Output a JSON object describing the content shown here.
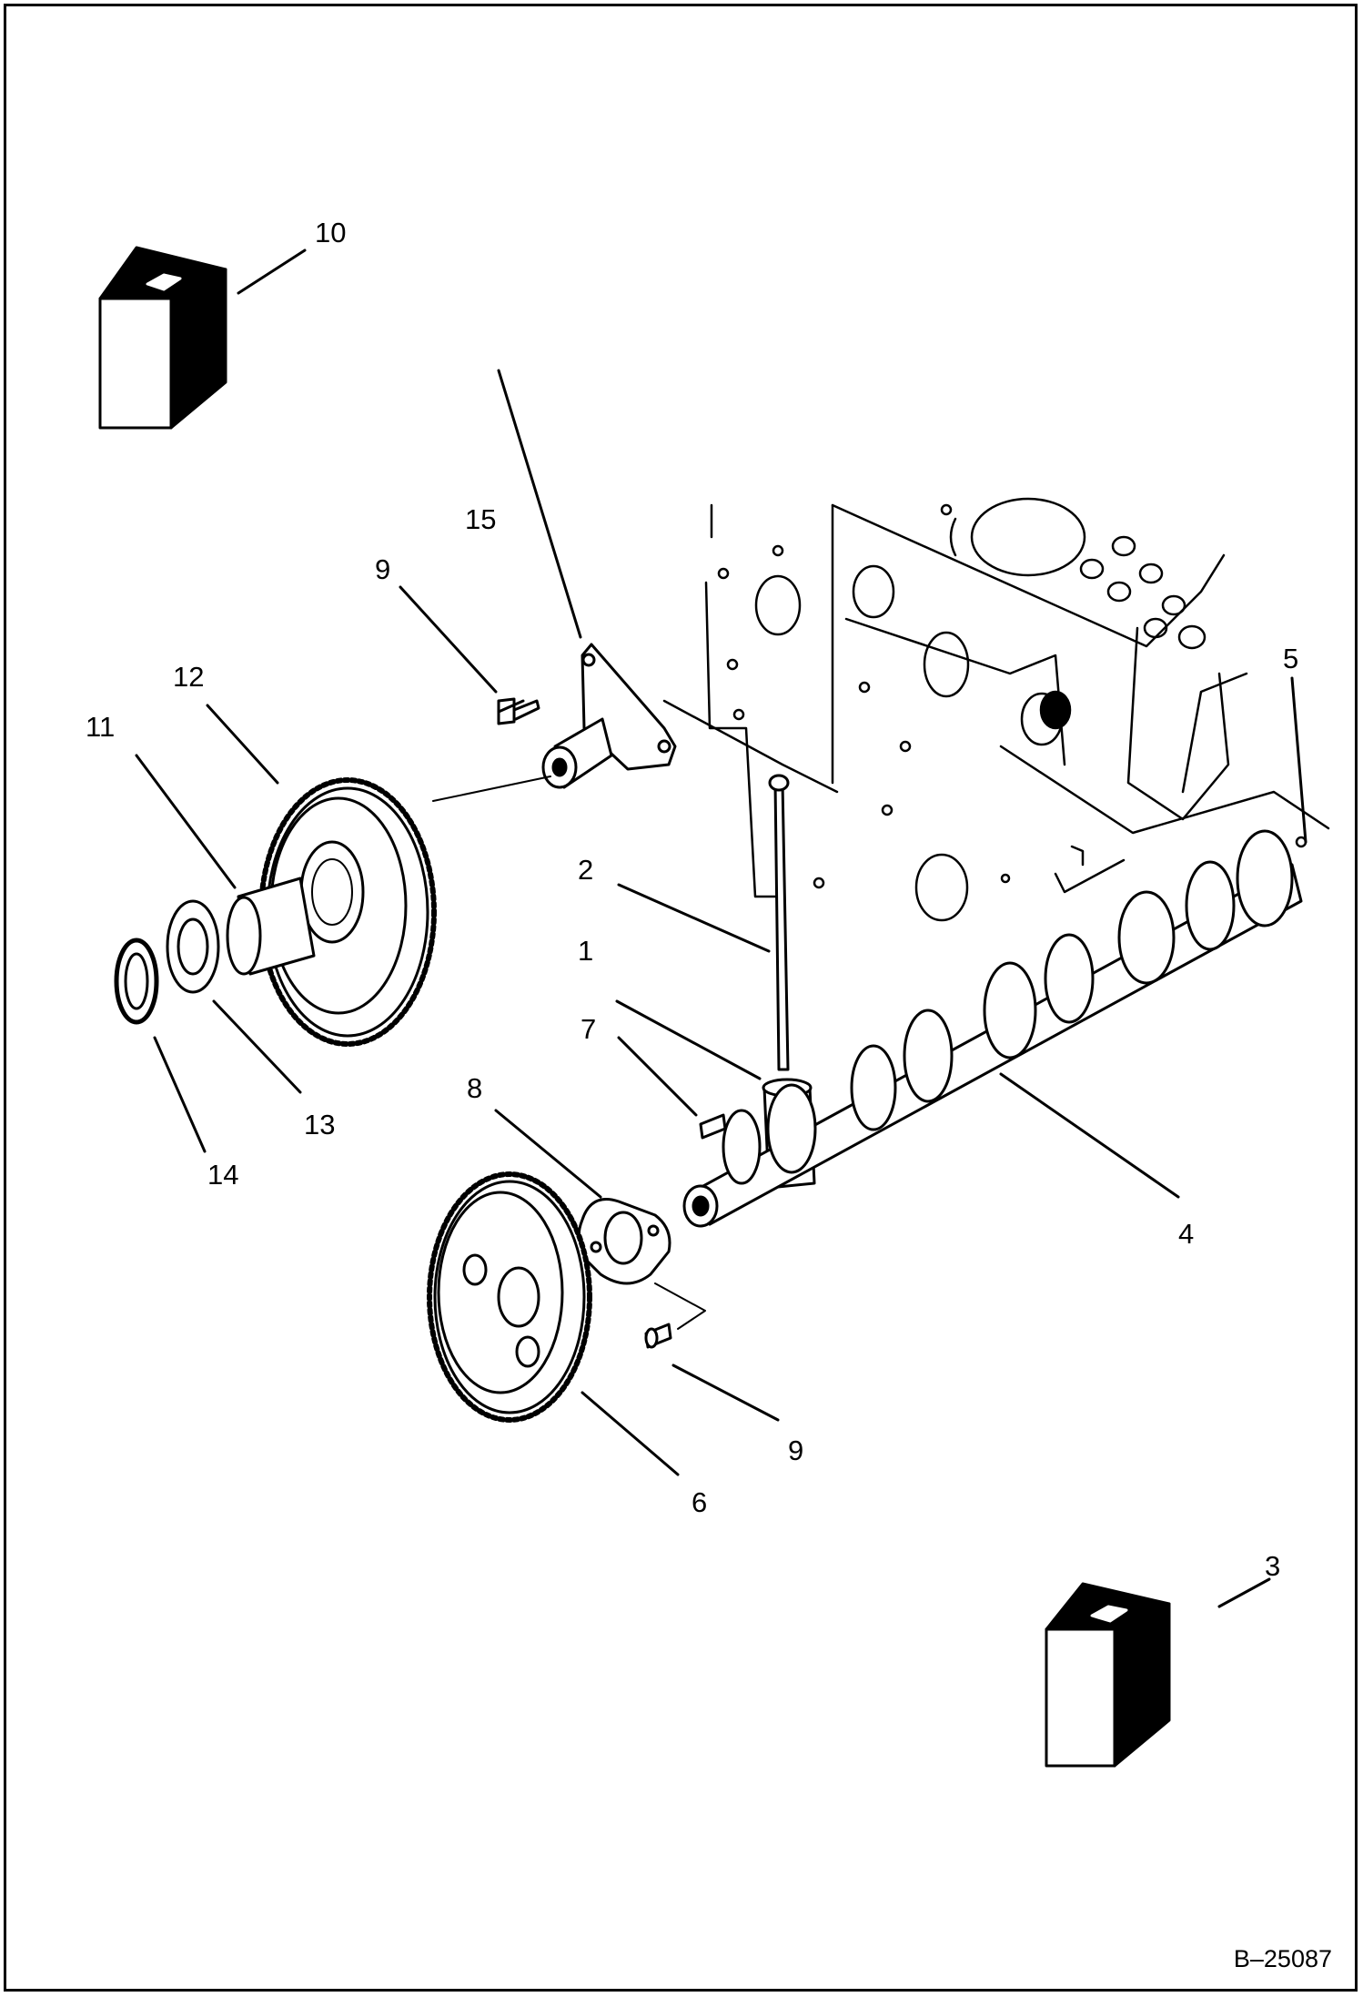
{
  "diagram": {
    "document_number": "B–25087",
    "callouts": {
      "c1": "1",
      "c2": "2",
      "c3": "3",
      "c4": "4",
      "c5": "5",
      "c6": "6",
      "c7": "7",
      "c8": "8",
      "c9a": "9",
      "c9b": "9",
      "c10": "10",
      "c11": "11",
      "c12": "12",
      "c13": "13",
      "c14": "14",
      "c15": "15"
    }
  }
}
